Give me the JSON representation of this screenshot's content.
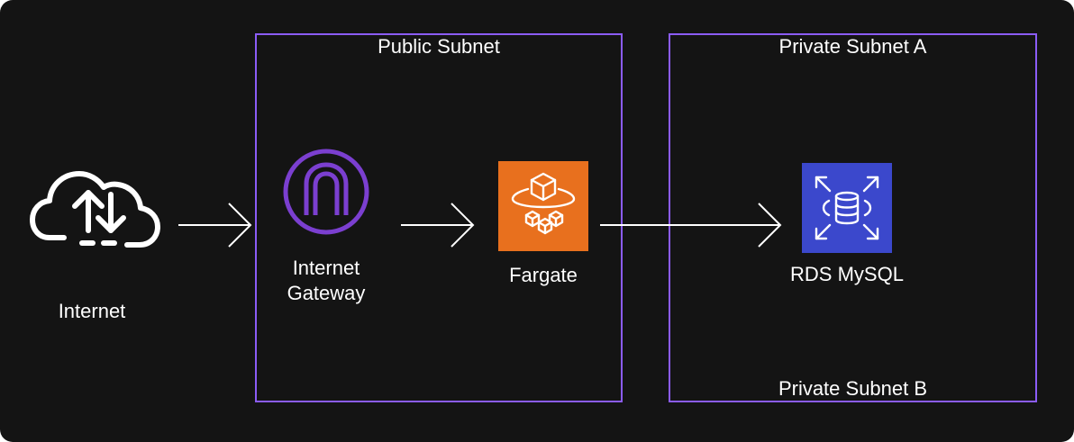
{
  "subnets": {
    "public": {
      "label": "Public Subnet"
    },
    "private_a": {
      "label": "Private Subnet A"
    },
    "private_b": {
      "label": "Private Subnet B"
    }
  },
  "nodes": {
    "internet": {
      "label": "Internet",
      "icon": "cloud-upload-download-icon"
    },
    "gateway": {
      "label_line1": "Internet",
      "label_line2": "Gateway",
      "icon": "internet-gateway-icon"
    },
    "fargate": {
      "label": "Fargate",
      "icon": "fargate-icon"
    },
    "rds": {
      "label": "RDS MySQL",
      "icon": "rds-icon"
    }
  },
  "colors": {
    "background": "#141414",
    "subnet_border": "#8b5cf6",
    "gateway": "#7b3fd0",
    "fargate": "#e8701e",
    "rds": "#3b48cc",
    "line": "#ffffff"
  }
}
